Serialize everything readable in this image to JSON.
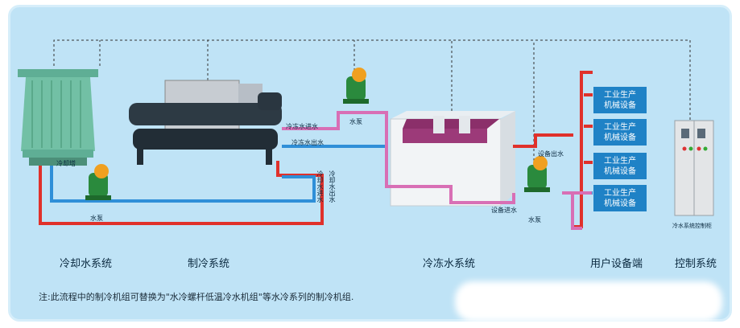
{
  "systems": {
    "cooling_water": "冷却水系统",
    "refrigeration": "制冷系统",
    "chilled_water": "冷冻水系统",
    "user_equipment": "用户设备端",
    "control": "控制系统"
  },
  "pipe_labels": {
    "cooling_tower": "冷却塔",
    "pump_left": "水泵",
    "chilled_in": "冷冻水进水",
    "chilled_out": "冷冻水出水",
    "pump_top": "水泵",
    "cooling_in": "冷却水进水",
    "cooling_out": "冷却水出水",
    "equip_out": "设备出水",
    "equip_in": "设备进水",
    "pump_right": "水泵",
    "control_cabinet": "冷水系统控制柜"
  },
  "equipment": [
    {
      "line1": "工业生产",
      "line2": "机械设备"
    },
    {
      "line1": "工业生产",
      "line2": "机械设备"
    },
    {
      "line1": "工业生产",
      "line2": "机械设备"
    },
    {
      "line1": "工业生产",
      "line2": "机械设备"
    }
  ],
  "note": "注:此流程中的制冷机组可替换为\"水冷螺杆低温冷水机组\"等水冷系列的制冷机组.",
  "colors": {
    "hot_pipe": "#e0312b",
    "cold_pipe": "#2f8fd8",
    "chilled_pipe": "#d86fb5",
    "panel": "#bfe3f6",
    "equipment_box": "#1f82c6"
  }
}
